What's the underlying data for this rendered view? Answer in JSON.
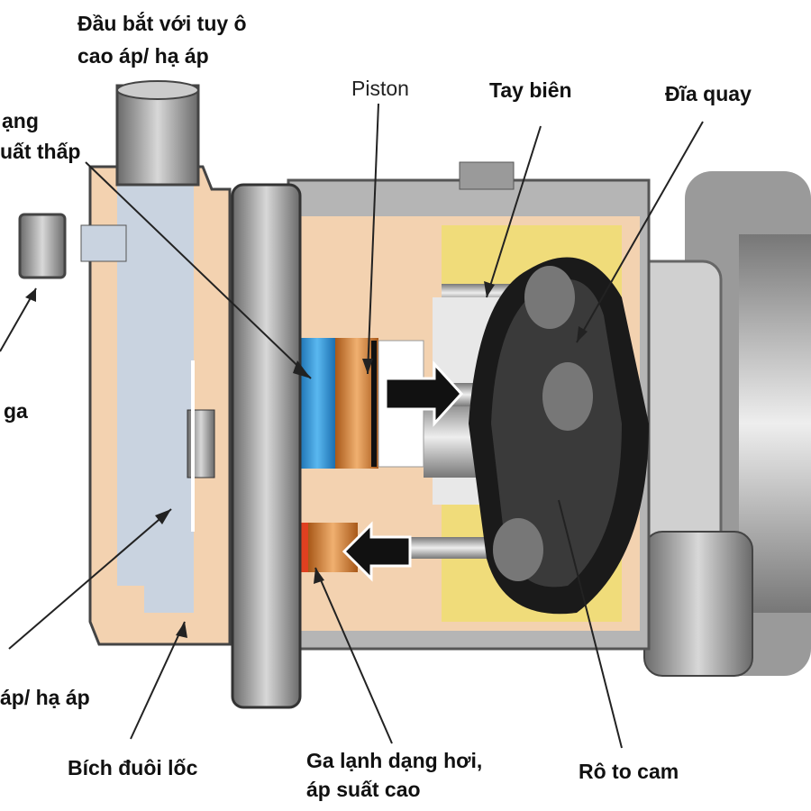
{
  "labels": {
    "fitting": [
      "Đầu bắt với tuy ô",
      "cao áp/  hạ áp"
    ],
    "piston": "Piston",
    "connecting_rod": "Tay biên",
    "swash_plate": "Đĩa quay",
    "low_pressure_gas": [
      "ạng",
      "uất thấp"
    ],
    "gas": "ga",
    "pressure": "áp/ hạ áp",
    "rear_flange": "Bích đuôi lốc",
    "high_pressure_gas": [
      "Ga lạnh dạng hơi,",
      "áp suất cao"
    ],
    "cam_rotor": "Rô to cam"
  },
  "colors": {
    "body_gray": "#b8b8b8",
    "peach": "#f3d2b0",
    "pipe_blue": "#c9d3e0",
    "piston_orange": "#c8732a",
    "piston_blue": "#2e8fd4",
    "valve_red": "#e04020",
    "yellow": "#f0dc7a",
    "swash_black": "#1a1a1a"
  }
}
